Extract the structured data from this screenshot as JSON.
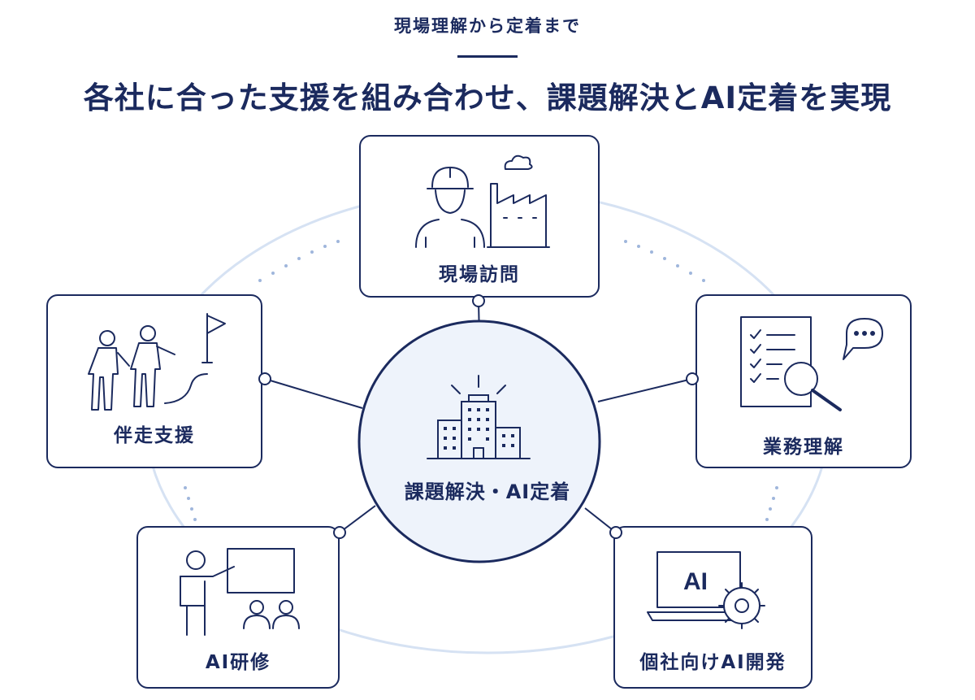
{
  "header": {
    "subtitle": "現場理解から定着まで",
    "title": "各社に合った支援を組み合わせ、課題解決とAI定着を実現"
  },
  "center": {
    "label": "課題解決・AI定着",
    "icon": "buildings-icon"
  },
  "nodes": {
    "site_visit": {
      "label": "現場訪問",
      "icon": "worker-factory-icon"
    },
    "business_understanding": {
      "label": "業務理解",
      "icon": "checklist-magnifier-icon"
    },
    "custom_ai": {
      "label": "個社向けAI開発",
      "icon_text": "AI",
      "icon": "laptop-gear-icon"
    },
    "ai_training": {
      "label": "AI研修",
      "icon": "presenter-icon"
    },
    "accompaniment": {
      "label": "伴走支援",
      "icon": "hikers-flag-icon"
    }
  },
  "colors": {
    "primary": "#1b2a5e",
    "center_fill": "#eef3fb",
    "ring": "#d6e2f3",
    "dots": "#9fb6dc"
  }
}
